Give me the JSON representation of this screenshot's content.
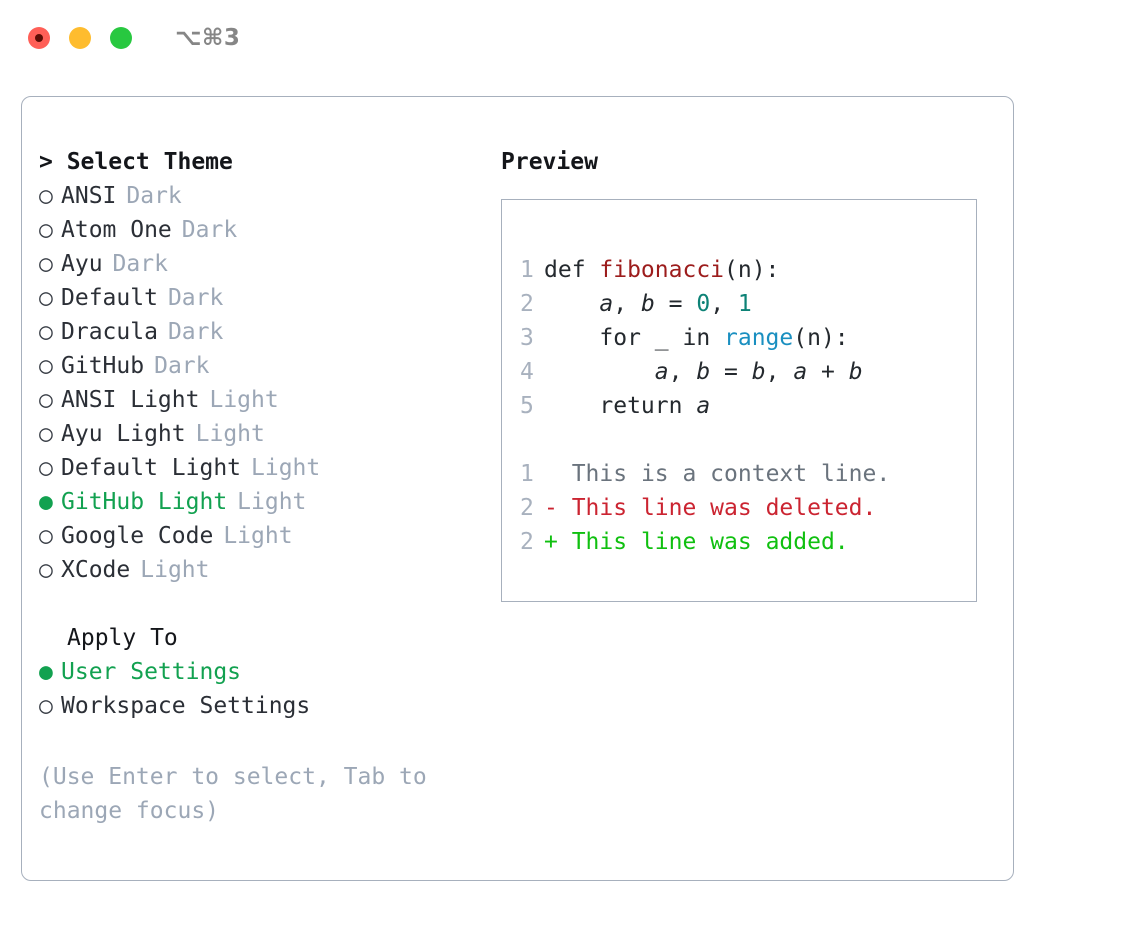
{
  "window": {
    "traffic_lights": [
      "close",
      "minimize",
      "maximize"
    ],
    "shortcut_label": "⌥⌘3"
  },
  "colors": {
    "accent_green": "#12a150",
    "muted": "#9ca7b6",
    "border": "#a7b0bd",
    "text": "#24292e",
    "diff_add": "#10c010",
    "diff_del": "#cb2431",
    "diff_ctx": "#6a737d",
    "syntax_function": "#9c1c1c",
    "syntax_number": "#0d8276",
    "syntax_call": "#1a8fc0"
  },
  "theme_select": {
    "heading": "> Select Theme",
    "items": [
      {
        "label": "ANSI",
        "badge": "Dark",
        "selected": false,
        "bullet": "○"
      },
      {
        "label": "Atom One",
        "badge": "Dark",
        "selected": false,
        "bullet": "○"
      },
      {
        "label": "Ayu",
        "badge": "Dark",
        "selected": false,
        "bullet": "○"
      },
      {
        "label": "Default",
        "badge": "Dark",
        "selected": false,
        "bullet": "○"
      },
      {
        "label": "Dracula",
        "badge": "Dark",
        "selected": false,
        "bullet": "○"
      },
      {
        "label": "GitHub",
        "badge": "Dark",
        "selected": false,
        "bullet": "○"
      },
      {
        "label": "ANSI Light",
        "badge": "Light",
        "selected": false,
        "bullet": "○"
      },
      {
        "label": "Ayu Light",
        "badge": "Light",
        "selected": false,
        "bullet": "○"
      },
      {
        "label": "Default Light",
        "badge": "Light",
        "selected": false,
        "bullet": "○"
      },
      {
        "label": "GitHub Light",
        "badge": "Light",
        "selected": true,
        "bullet": "●"
      },
      {
        "label": "Google Code",
        "badge": "Light",
        "selected": false,
        "bullet": "○"
      },
      {
        "label": "XCode",
        "badge": "Light",
        "selected": false,
        "bullet": "○"
      }
    ]
  },
  "apply_to": {
    "heading": "Apply To",
    "items": [
      {
        "label": "User Settings",
        "selected": true,
        "bullet": "●"
      },
      {
        "label": "Workspace Settings",
        "selected": false,
        "bullet": "○"
      }
    ]
  },
  "hint": "(Use Enter to select, Tab to change focus)",
  "preview": {
    "heading": "Preview",
    "code_lines": [
      {
        "num": "1",
        "tokens": [
          {
            "t": "def ",
            "c": "kw"
          },
          {
            "t": "fibonacci",
            "c": "fn"
          },
          {
            "t": "(n):",
            "c": "plain"
          }
        ]
      },
      {
        "num": "2",
        "tokens": [
          {
            "t": "    ",
            "c": "plain"
          },
          {
            "t": "a",
            "c": "var"
          },
          {
            "t": ", ",
            "c": "plain"
          },
          {
            "t": "b",
            "c": "var"
          },
          {
            "t": " = ",
            "c": "plain"
          },
          {
            "t": "0",
            "c": "num"
          },
          {
            "t": ", ",
            "c": "plain"
          },
          {
            "t": "1",
            "c": "num"
          }
        ]
      },
      {
        "num": "3",
        "tokens": [
          {
            "t": "    for _ in ",
            "c": "kw"
          },
          {
            "t": "range",
            "c": "call"
          },
          {
            "t": "(n):",
            "c": "plain"
          }
        ]
      },
      {
        "num": "4",
        "tokens": [
          {
            "t": "        ",
            "c": "plain"
          },
          {
            "t": "a",
            "c": "var"
          },
          {
            "t": ", ",
            "c": "plain"
          },
          {
            "t": "b",
            "c": "var"
          },
          {
            "t": " = ",
            "c": "plain"
          },
          {
            "t": "b",
            "c": "var"
          },
          {
            "t": ", ",
            "c": "plain"
          },
          {
            "t": "a",
            "c": "var"
          },
          {
            "t": " + ",
            "c": "plain"
          },
          {
            "t": "b",
            "c": "var"
          }
        ]
      },
      {
        "num": "5",
        "tokens": [
          {
            "t": "    return ",
            "c": "kw"
          },
          {
            "t": "a",
            "c": "var"
          }
        ]
      }
    ],
    "diff_lines": [
      {
        "num": "1",
        "marker": "  ",
        "text": "This is a context line.",
        "kind": "ctx"
      },
      {
        "num": "2",
        "marker": "- ",
        "text": "This line was deleted.",
        "kind": "del"
      },
      {
        "num": "2",
        "marker": "+ ",
        "text": "This line was added.",
        "kind": "add"
      }
    ]
  }
}
